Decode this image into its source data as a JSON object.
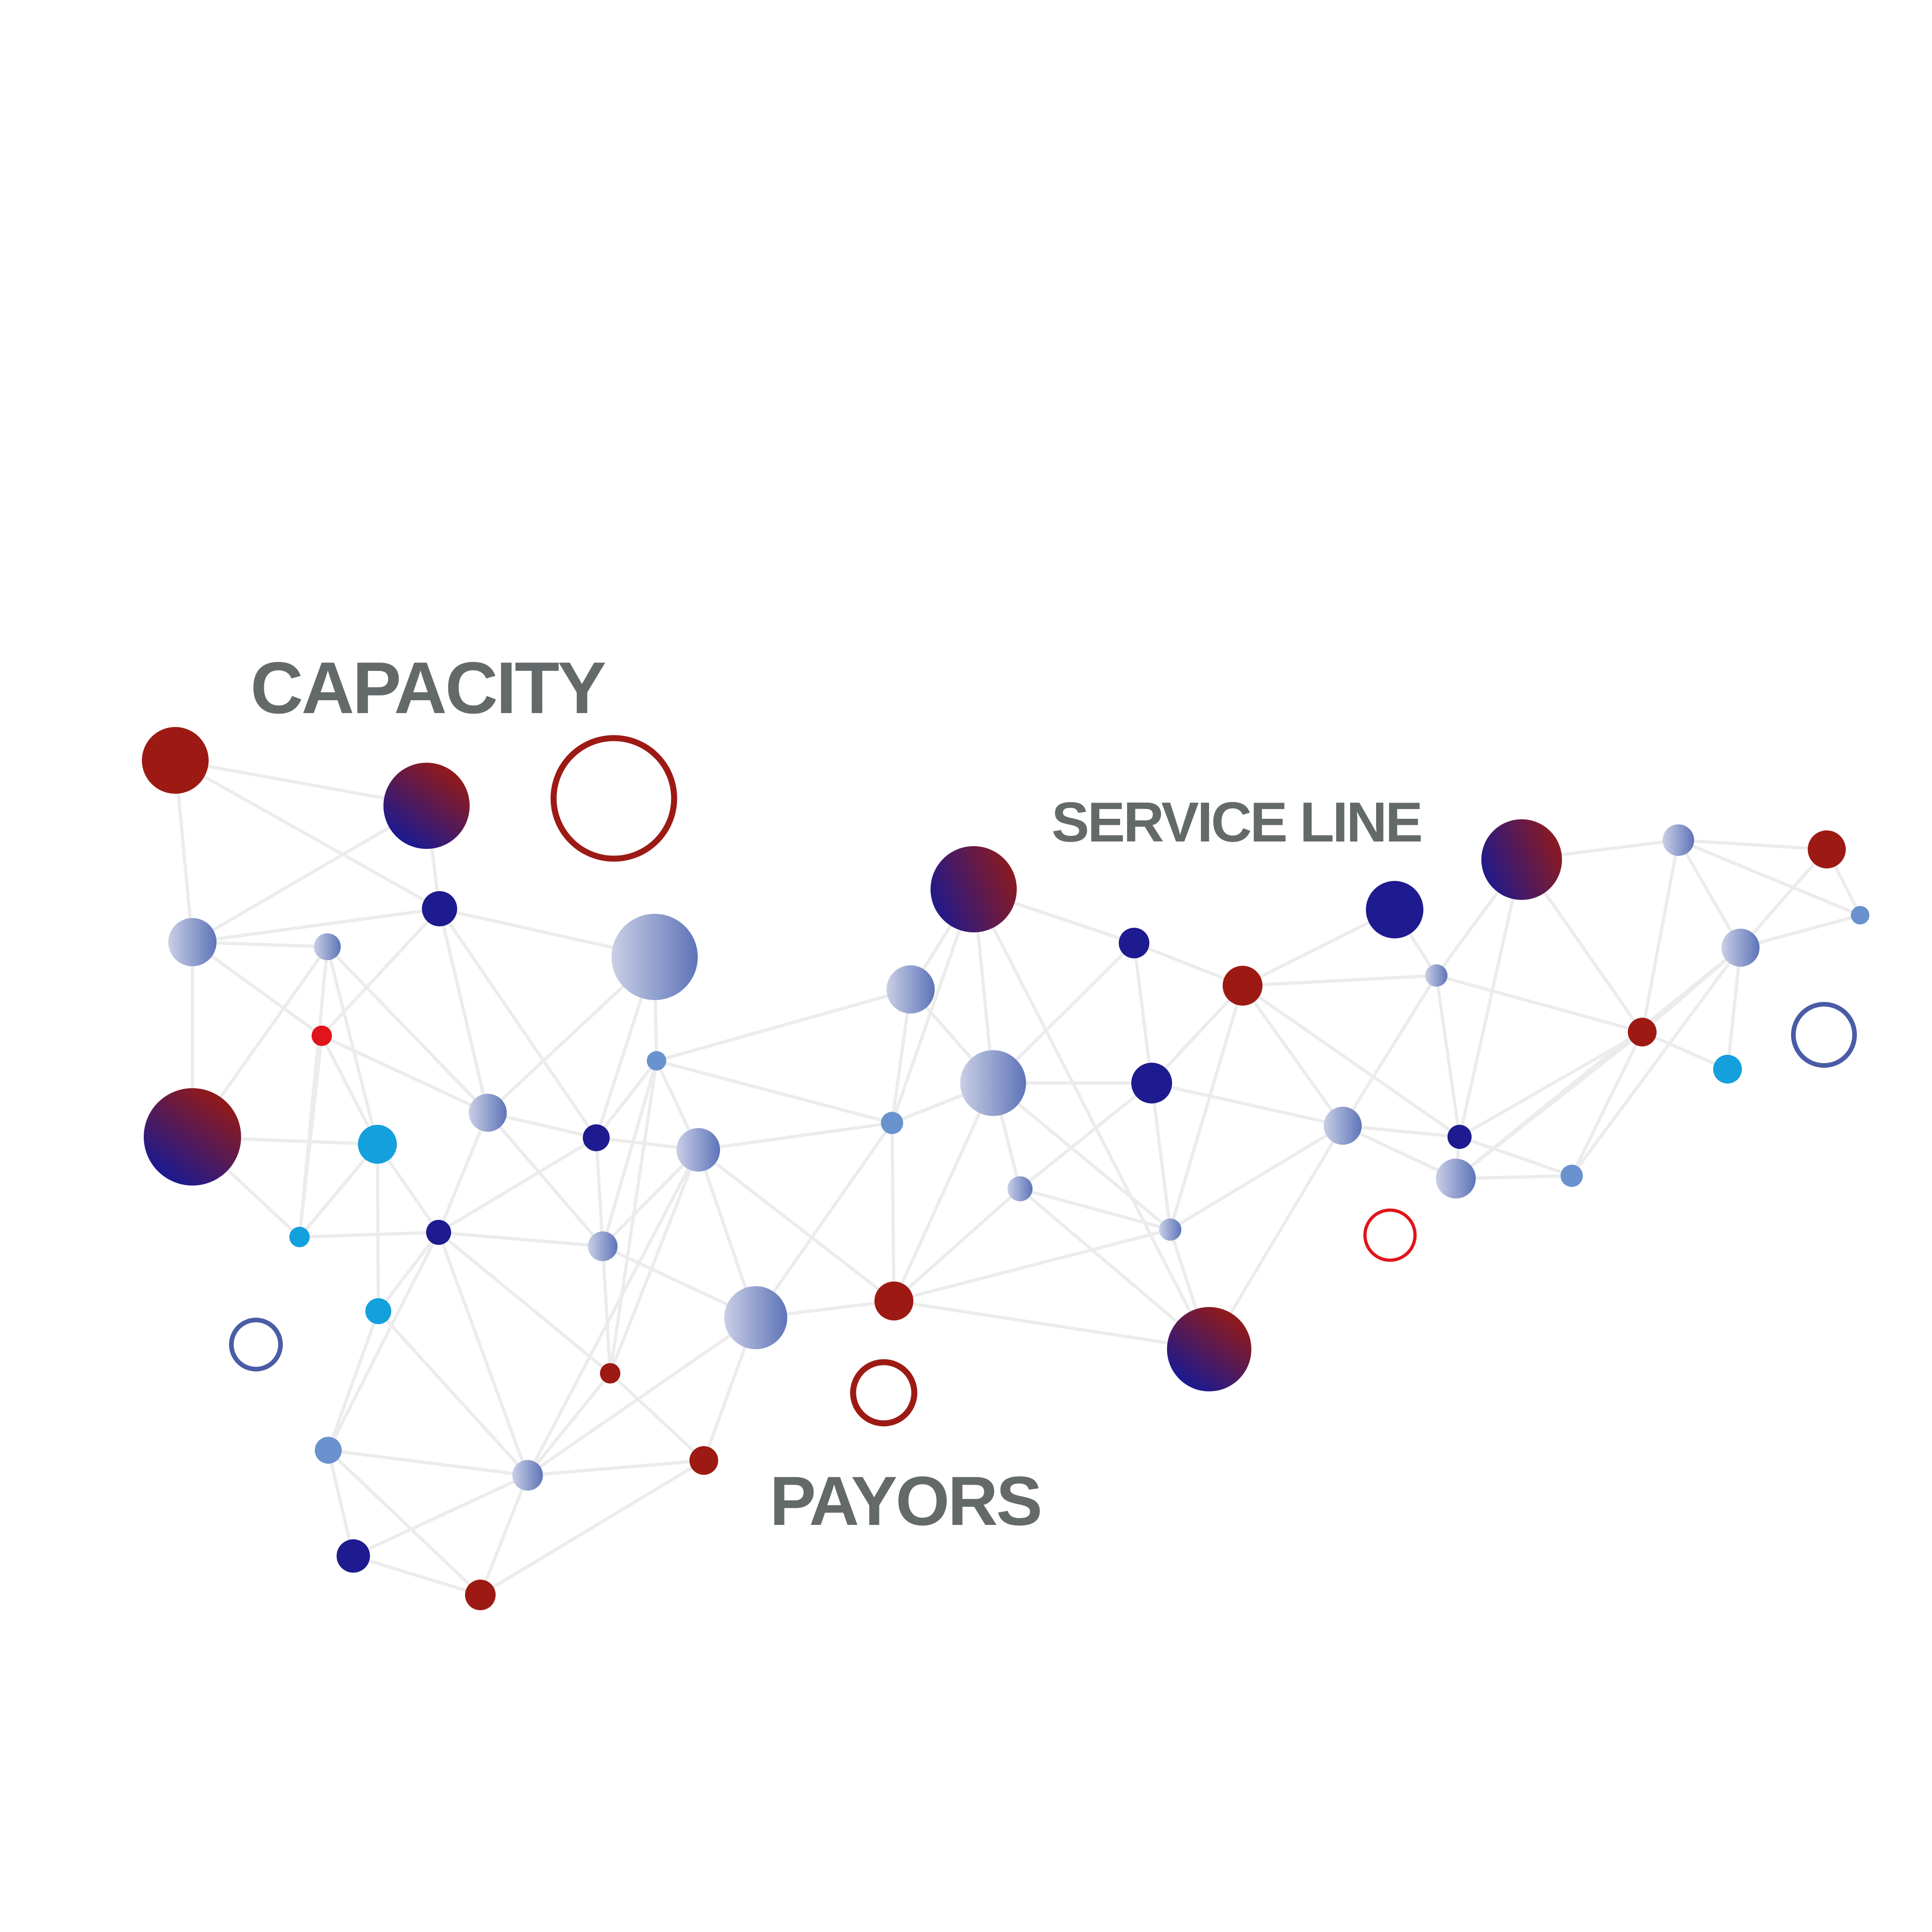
{
  "labels": {
    "capacity": "CAPACITY",
    "service_line": "SERVICE LINE",
    "payors": "PAYORS"
  },
  "colors": {
    "edge": "#ececec",
    "label_text": "#646a6a",
    "red": "#9d1a14",
    "bright_red": "#e0141b",
    "navy": "#1e1a8f",
    "cyan": "#14a0dc",
    "steel_blue": "#6a92cf",
    "pale_light": "#c9cfe6",
    "pale_dark": "#5e74b8",
    "grad_red": "#8e1a1d",
    "grad_blue": "#1e1a8f",
    "ring_red": "#9d1a14",
    "ring_bright_red": "#e0141b",
    "ring_blue": "#4a5ca6"
  },
  "node_styles": [
    "red",
    "bright-red",
    "navy",
    "cyan",
    "steel-blue",
    "pale-gradient",
    "red-blue-gradient",
    "ring-red",
    "ring-blue"
  ]
}
